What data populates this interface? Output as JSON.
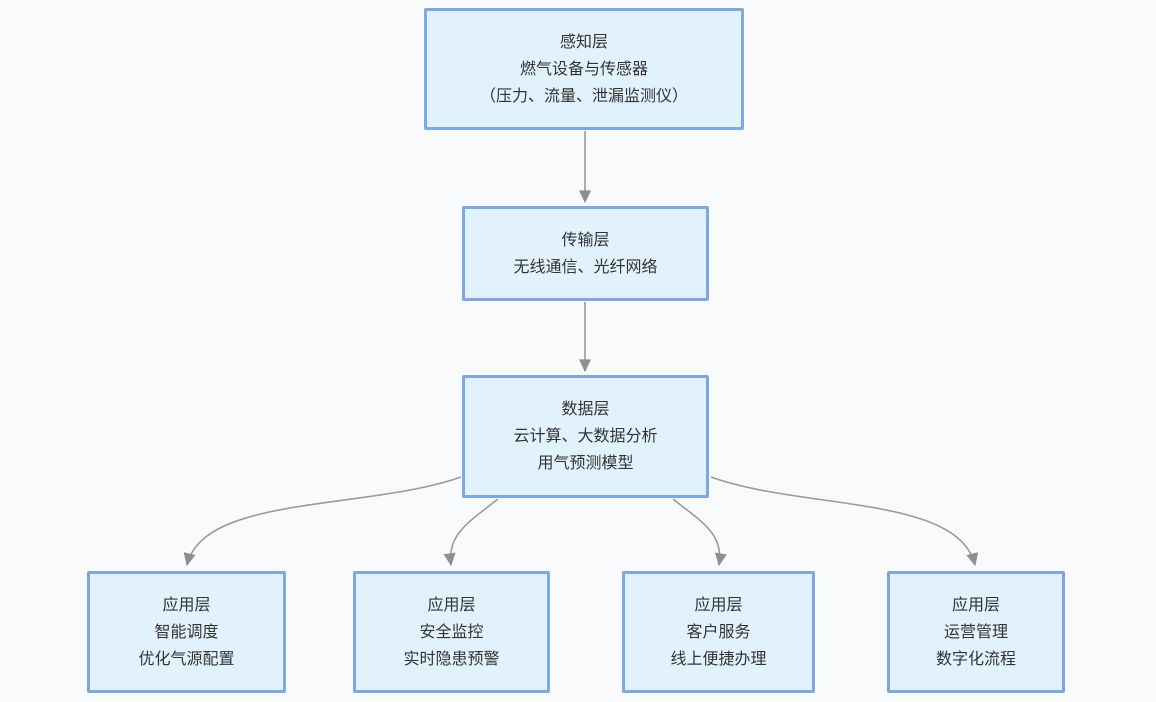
{
  "diagram": {
    "type": "layered-architecture-flowchart",
    "nodes": [
      {
        "id": "perception",
        "lines": [
          "感知层",
          "燃气设备与传感器",
          "（压力、流量、泄漏监测仪）"
        ]
      },
      {
        "id": "transmission",
        "lines": [
          "传输层",
          "无线通信、光纤网络"
        ]
      },
      {
        "id": "data",
        "lines": [
          "数据层",
          "云计算、大数据分析",
          "用气预测模型"
        ]
      },
      {
        "id": "app-dispatch",
        "lines": [
          "应用层",
          "智能调度",
          "优化气源配置"
        ]
      },
      {
        "id": "app-safety",
        "lines": [
          "应用层",
          "安全监控",
          "实时隐患预警"
        ]
      },
      {
        "id": "app-customer",
        "lines": [
          "应用层",
          "客户服务",
          "线上便捷办理"
        ]
      },
      {
        "id": "app-operation",
        "lines": [
          "应用层",
          "运营管理",
          "数字化流程"
        ]
      }
    ],
    "edges": [
      {
        "from": "perception",
        "to": "transmission"
      },
      {
        "from": "transmission",
        "to": "data"
      },
      {
        "from": "data",
        "to": "app-dispatch"
      },
      {
        "from": "data",
        "to": "app-safety"
      },
      {
        "from": "data",
        "to": "app-customer"
      },
      {
        "from": "data",
        "to": "app-operation"
      }
    ],
    "colors": {
      "background": "#f8fafc",
      "node_fill": "#e2f2fd",
      "node_border": "#7ea7e8",
      "connector": "#9b9b9b",
      "text": "#333333"
    }
  }
}
